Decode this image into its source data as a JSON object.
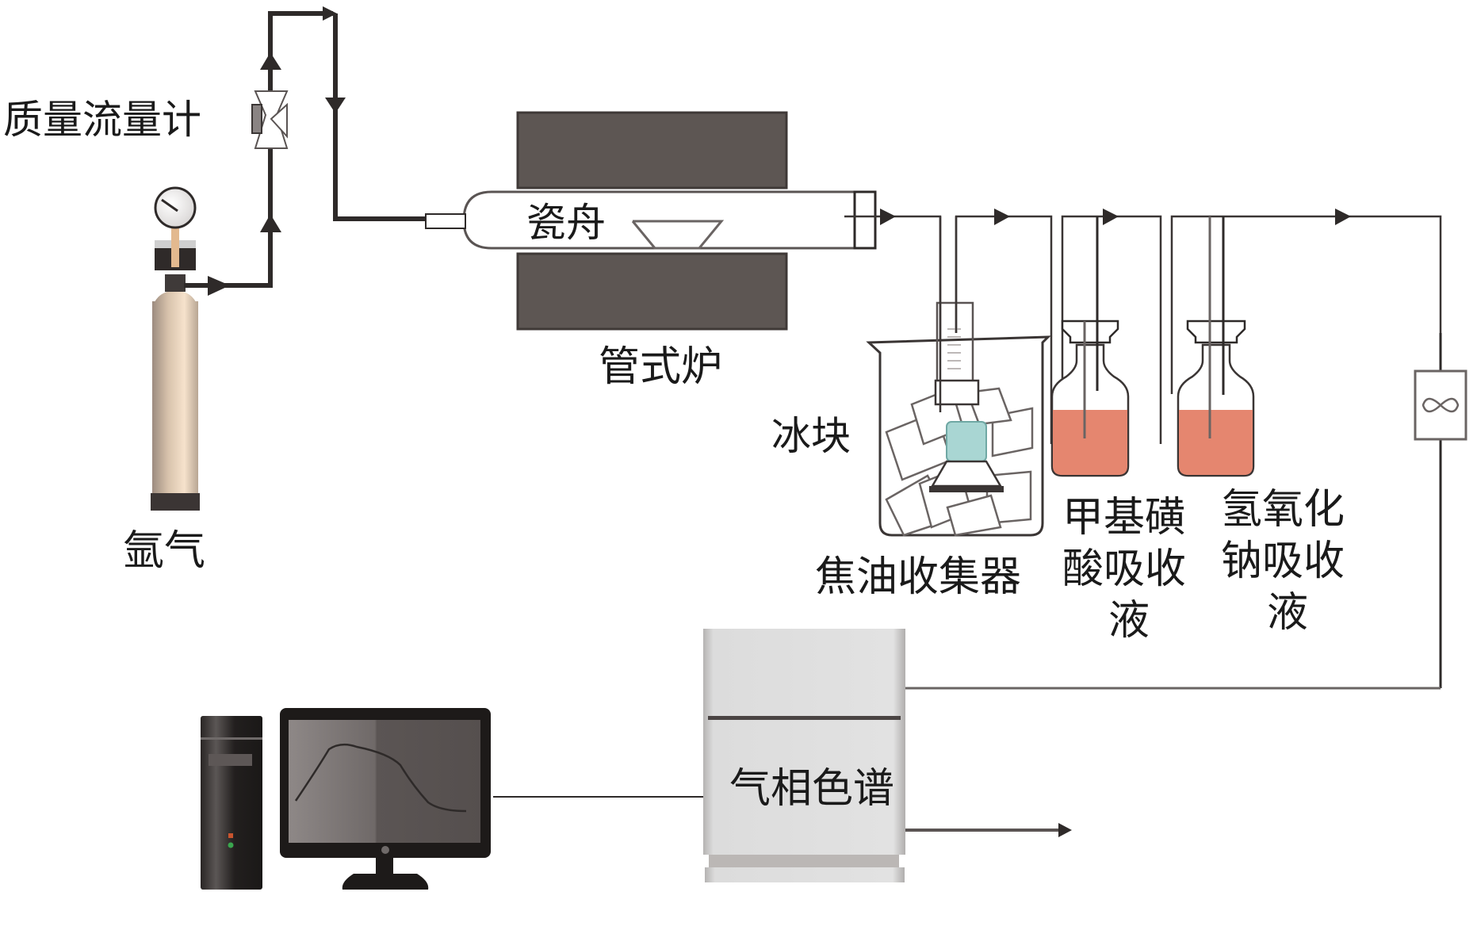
{
  "diagram": {
    "title": "Pyrolysis experimental apparatus",
    "labels": {
      "mass_flow_meter": "质量流量计",
      "argon": "氩气",
      "porcelain_boat": "瓷舟",
      "tube_furnace": "管式炉",
      "ice_cubes": "冰块",
      "tar_collector": "焦油收集器",
      "msa_absorber": [
        "甲基磺",
        "酸吸收",
        "液"
      ],
      "naoh_absorber": [
        "氢氧化",
        "钠吸收",
        "液"
      ],
      "gas_chromatograph": "气相色谱"
    },
    "components": [
      {
        "id": "argon-cylinder",
        "label_key": "argon"
      },
      {
        "id": "mass-flow-meter",
        "label_key": "mass_flow_meter"
      },
      {
        "id": "tube-furnace",
        "label_key": "tube_furnace"
      },
      {
        "id": "porcelain-boat",
        "label_key": "porcelain_boat"
      },
      {
        "id": "tar-collector",
        "label_key": "tar_collector"
      },
      {
        "id": "msa-absorber-bottle",
        "label_key": "msa_absorber"
      },
      {
        "id": "naoh-absorber-bottle",
        "label_key": "naoh_absorber"
      },
      {
        "id": "pump",
        "label_key": null
      },
      {
        "id": "gas-chromatograph",
        "label_key": "gas_chromatograph"
      },
      {
        "id": "computer",
        "label_key": null
      }
    ],
    "flow": [
      "argon-cylinder",
      "mass-flow-meter",
      "tube-furnace",
      "tar-collector",
      "msa-absorber-bottle",
      "naoh-absorber-bottle",
      "pump",
      "gas-chromatograph",
      "exhaust"
    ],
    "colors": {
      "furnace": "#5d5653",
      "cylinder": "#d7c2ab",
      "absorbent_liquid": "#e5866f",
      "tar_liquid": "#a9d6d3",
      "gc_body": "#dcdcdc",
      "pipe": "#2e2a29"
    }
  }
}
